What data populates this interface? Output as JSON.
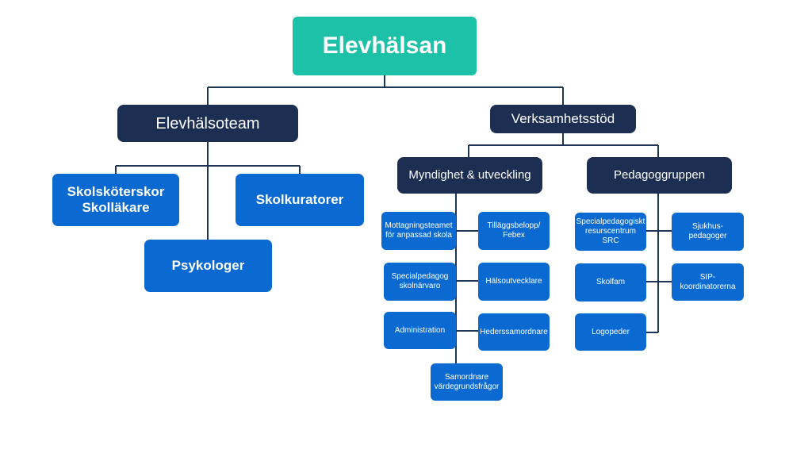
{
  "root": {
    "label": "Elevhälsan"
  },
  "elevhalsoteam": {
    "label": "Elevhälsoteam",
    "members": [
      "Skolsköterskor\nSkolläkare",
      "Skolkuratorer",
      "Psykologer"
    ]
  },
  "verksamhetsstod": {
    "label": "Verksamhetsstöd",
    "myndighet": {
      "label": "Myndighet & utveckling",
      "units": [
        "Mottagningsteamet\nför anpassad skola",
        "Tilläggsbelopp/\nFebex",
        "Specialpedagog\nskolnärvaro",
        "Hälsoutvecklare",
        "Administration",
        "Hederssamordnare",
        "Samordnare\nvärdegrundsfrågor"
      ]
    },
    "pedagoggruppen": {
      "label": "Pedagoggruppen",
      "units": [
        "Specialpedagogiskt\nresurscentrum\nSRC",
        "Sjukhus-\npedagoger",
        "Skolfam",
        "SIP-\nkoordinatorerna",
        "Logopeder"
      ]
    }
  }
}
